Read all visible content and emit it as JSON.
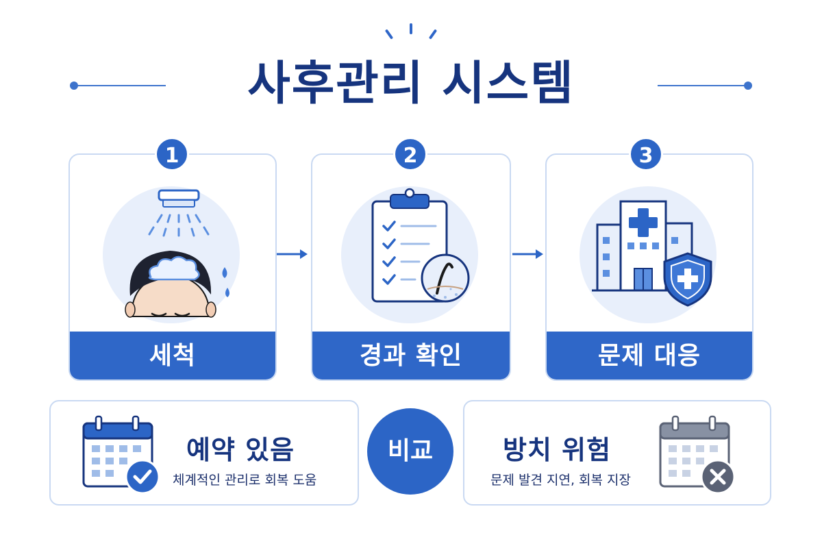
{
  "header": {
    "title": "사후관리 시스템"
  },
  "steps": [
    {
      "number": "1",
      "label": "세척",
      "icon": "shower-washing-head-icon"
    },
    {
      "number": "2",
      "label": "경과 확인",
      "icon": "clipboard-checklist-icon"
    },
    {
      "number": "3",
      "label": "문제 대응",
      "icon": "hospital-shield-icon"
    }
  ],
  "comparison": {
    "center_label": "비교",
    "left": {
      "title": "예약 있음",
      "desc": "체계적인 관리로 회복 도움",
      "icon": "calendar-check-icon"
    },
    "right": {
      "title": "방치 위험",
      "desc": "문제 발견 지연, 회복 지장",
      "icon": "calendar-x-icon"
    }
  },
  "colors": {
    "primary": "#2c65c6",
    "title": "#16347e",
    "light": "#e8effb",
    "border": "#c9d9f2"
  }
}
